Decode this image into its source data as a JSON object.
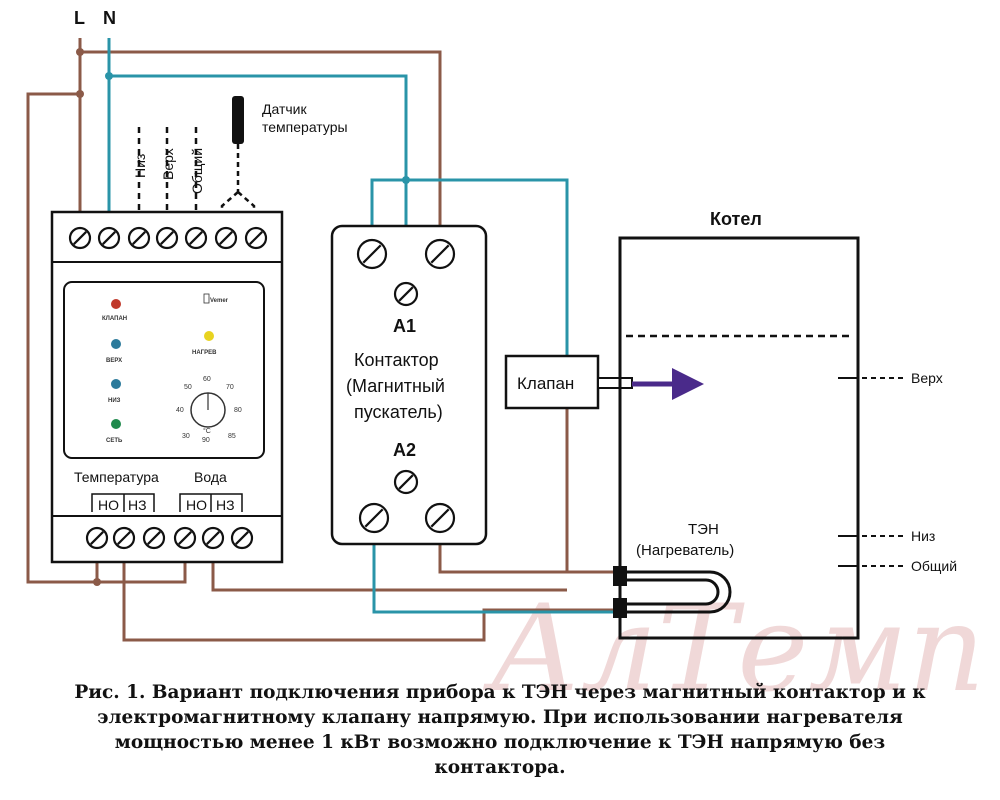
{
  "supply": {
    "l": "L",
    "n": "N"
  },
  "sensor": {
    "line1": "Датчик",
    "line2": "температуры"
  },
  "relay": {
    "top_terminals": [
      "Низ",
      "Верх",
      "Общий"
    ],
    "brand": "Vemer",
    "indicators": [
      {
        "label": "КЛАПАН",
        "color": "#c0392b"
      },
      {
        "label": "ВЕРХ",
        "color": "#2b7a9b"
      },
      {
        "label": "НИЗ",
        "color": "#2b7a9b"
      },
      {
        "label": "СЕТЬ",
        "color": "#1f8a4c"
      },
      {
        "label": "НАГРЕВ",
        "color": "#e8d320"
      }
    ],
    "dial_ticks": [
      "30",
      "40",
      "50",
      "60",
      "70",
      "80",
      "85",
      "90"
    ],
    "dial_unit": "°C",
    "group_temperature": "Температура",
    "group_water": "Вода",
    "contact_labels": [
      "НО",
      "НЗ",
      "НО",
      "НЗ"
    ]
  },
  "contactor": {
    "a1": "А1",
    "a2": "А2",
    "line1": "Контактор",
    "line2": "(Магнитный",
    "line3": "пускатель)"
  },
  "valve": {
    "label": "Клапан"
  },
  "boiler": {
    "title": "Котел",
    "heater_line1": "ТЭН",
    "heater_line2": "(Нагреватель)",
    "level_top": "Верх",
    "level_bottom": "Низ",
    "level_common": "Общий"
  },
  "watermark": "АлТемп",
  "caption": [
    "Рис. 1. Вариант подключения прибора к ТЭН через магнитный контактор и к",
    "электромагнитному клапану напрямую. При использовании нагревателя",
    "мощностью менее 1 кВт возможно подключение к ТЭН напрямую без",
    "контактора."
  ],
  "colors": {
    "brown_wire": "#8b5a48",
    "blue_wire": "#2a94a8",
    "arrow": "#4a2a8a"
  }
}
